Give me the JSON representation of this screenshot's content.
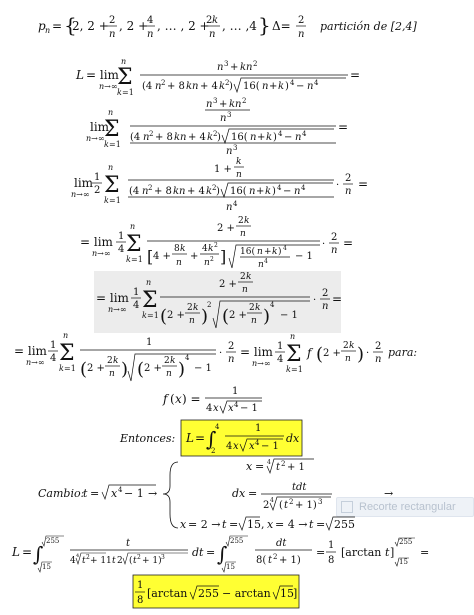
{
  "header": {
    "pn": "p",
    "sub_n": "n",
    "set": "= {2, 2 + 2/n, 2 + 4/n, …, 2 + 2k/n, …, 4}",
    "delta": "Δ= 2/n",
    "particion": "partición de [2,4]"
  },
  "lines": {
    "L_def": "L = lim",
    "n_to_inf": "n→∞",
    "sum": "Σ",
    "k_eq_1": "k=1",
    "n_top": "n",
    "num1": "n³ + kn²",
    "den1": "(4n² + 8kn + 4k²)√16(n + k)⁴ − n⁴",
    "eq": "=",
    "num2_top": "n³ + kn²",
    "num2_bot": "n³",
    "den2": "(4n² + 8kn + 4k²)√16(n + k)⁴ − n⁴",
    "den2_bot": "n³",
    "num3": "1 + k/n",
    "den3": "(4n² + 8kn + 4k²)√16(n + k)⁴ − n⁴",
    "den3_bot": "n⁴",
    "two_over_n": "· 2/n",
    "half": "1/2",
    "quarter": "1/4",
    "num4": "2 + 2k/n",
    "den4": "[4 + 8k/n + 4k²/n²] √(16(n + k)⁴/n⁴ − 1)",
    "num5": "2 + 2k/n",
    "den5": "(2 + 2k/n)² √((2 + 2k/n)⁴ − 1)",
    "line6_left": "= lim 1/4 Σ 1 / ((2 + 2k/n)√((2 + 2k/n)⁴ − 1)) · 2/n",
    "line6_right": "= lim 1/4 Σ f(2 + 2k/n) · 2/n",
    "para": "para:",
    "fx": "f(x) = 1 / (4x√(x⁴ − 1))",
    "entonces": "Entonces:",
    "integral": "L = ∫₂⁴ 1/(4x√(x⁴ − 1)) dx",
    "cambio": "Cambio: t = √(x⁴ − 1) →",
    "x_sub": "x = ⁴√(t² + 1)",
    "dx_sub": "dx = t dt / (2 ⁴√(t² + 1)³)",
    "limits": "x = 2 → t = √15, x = 4 → t = √255",
    "arrow": "→",
    "final_line": "L = ∫ t / (4 ⁴√(t²+1) 1t 2 ⁴√(t²+1)³) dt = ∫ dt / (8(t² + 1)) = 1/8 [arctan t]",
    "result": "1/8 [arctan √255 − arctan √15]"
  },
  "ghost_button": {
    "label": "Recorte rectangular"
  },
  "colors": {
    "highlight_yellow": "#ffff33",
    "highlight_grey": "#ececec",
    "text": "#111111"
  }
}
